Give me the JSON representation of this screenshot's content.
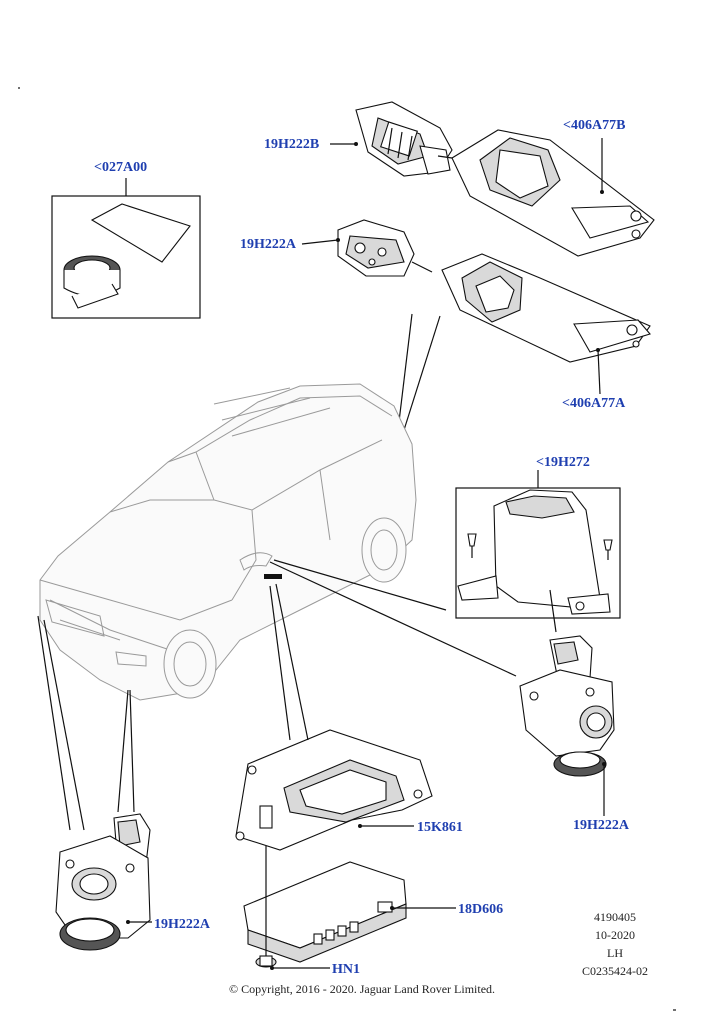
{
  "callouts": {
    "tape": "<027A00",
    "bracket_upper": "<406A77B",
    "bracket_lower": "<406A77A",
    "camera_b": "19H222B",
    "camera_a_top": "19H222A",
    "mirror_bracket": "<19H272",
    "camera_mirror": "19H222A",
    "camera_front": "19H222A",
    "module_bracket": "15K861",
    "control_module": "18D606",
    "nut": "HN1"
  },
  "meta": {
    "number": "4190405",
    "date": "10-2020",
    "side": "LH",
    "code": "C0235424-02"
  },
  "copyright": "© Copyright, 2016 - 2020. Jaguar Land Rover Limited."
}
